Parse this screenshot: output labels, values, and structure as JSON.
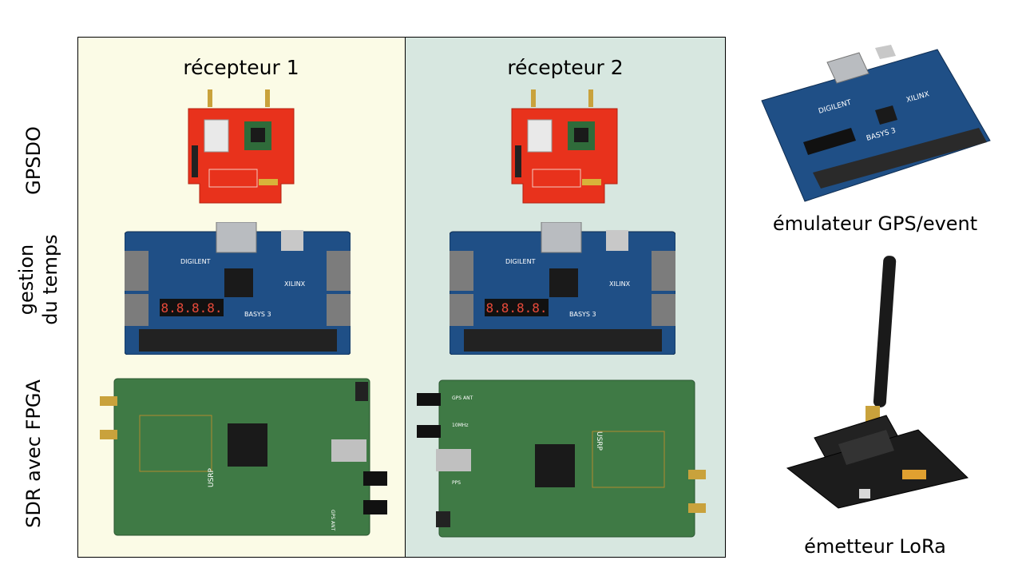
{
  "columns": {
    "receiver1": "récepteur 1",
    "receiver2": "récepteur 2"
  },
  "rows": {
    "gpsdo": "GPSDO",
    "timing_line1": "gestion",
    "timing_line2": "du temps",
    "sdr": "SDR avec FPGA"
  },
  "side": {
    "emulator_caption": "émulateur GPS/event",
    "lora_caption": "émetteur LoRa"
  },
  "board_markings": {
    "fpga_brand": "DIGILENT",
    "fpga_vendor": "XILINX",
    "fpga_model": "BASYS 3",
    "fpga_display": "8.8.8.8.",
    "sdr_brand": "USRP",
    "sdr_port_gps": "GPS ANT",
    "sdr_port_10mhz": "10MHz",
    "sdr_port_pps": "PPS"
  },
  "colors": {
    "receiver1_bg": "#fbfbe6",
    "receiver2_bg": "#d7e7e0",
    "gpsdo_pcb": "#e8321c",
    "basys_pcb": "#1f4f86",
    "usrp_pcb": "#3f7a45",
    "lora_board": "#1c1c1c"
  }
}
